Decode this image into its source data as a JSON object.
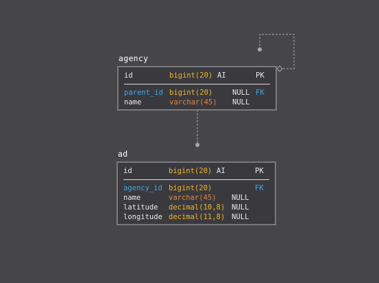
{
  "tables": [
    {
      "title": "agency",
      "rows": [
        {
          "name": "id",
          "type": "bigint(20)",
          "attr": "AI",
          "flag": "PK",
          "fk": false
        },
        {
          "name": "parent_id",
          "type": "bigint(20)",
          "attr": "NULL",
          "flag": "FK",
          "fk": true
        },
        {
          "name": "name",
          "type": "varchar(45)",
          "attr": "NULL",
          "flag": "",
          "fk": false
        }
      ]
    },
    {
      "title": "ad",
      "rows": [
        {
          "name": "id",
          "type": "bigint(20)",
          "attr": "AI",
          "flag": "PK",
          "fk": false
        },
        {
          "name": "agency_id",
          "type": "bigint(20)",
          "attr": "",
          "flag": "FK",
          "fk": true
        },
        {
          "name": "name",
          "type": "varchar(45)",
          "attr": "NULL",
          "flag": "",
          "fk": false
        },
        {
          "name": "latitude",
          "type": "decimal(10,8)",
          "attr": "NULL",
          "flag": "",
          "fk": false
        },
        {
          "name": "longitude",
          "type": "decimal(11,8)",
          "attr": "NULL",
          "flag": "",
          "fk": false
        }
      ]
    }
  ],
  "colors": {
    "background": "#464649",
    "table_fill": "#3a3a3e",
    "table_border": "#7a7a7e",
    "fk_name": "#3aa6e6",
    "type_numeric": "#f0b429",
    "type_varchar": "#e0853a",
    "connector": "#a8a8ac"
  }
}
